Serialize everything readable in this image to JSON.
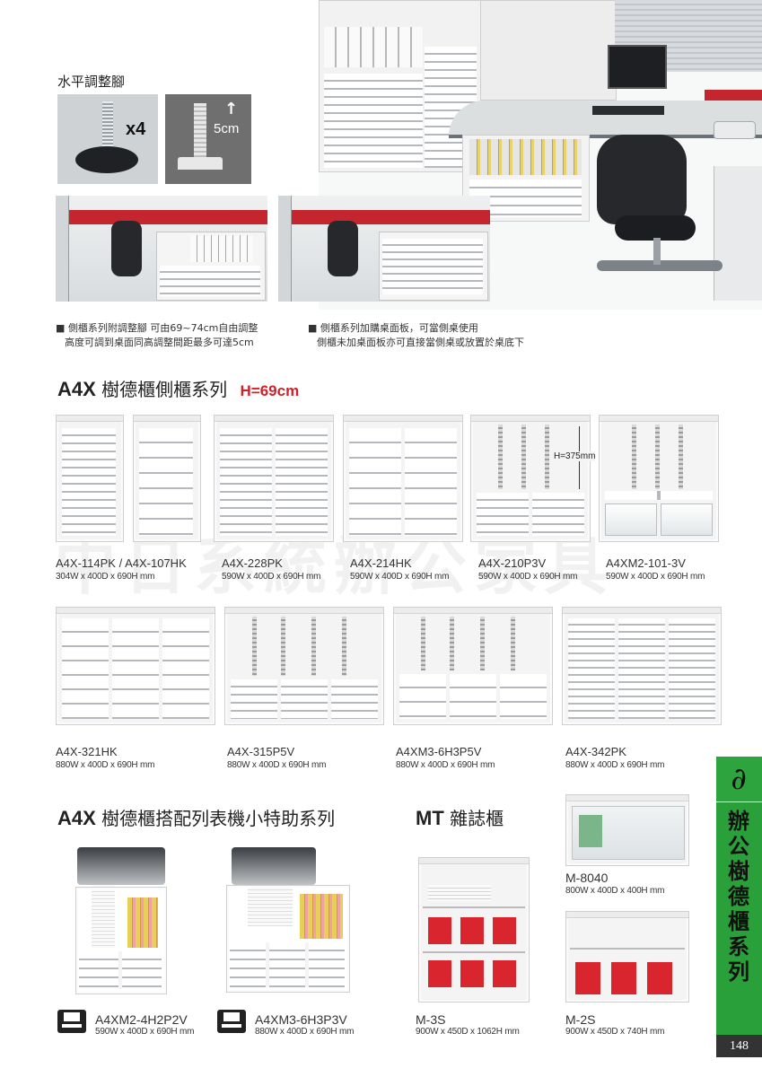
{
  "leveling": {
    "title": "水平調整腳",
    "count": "x4",
    "height": "5cm"
  },
  "notes": {
    "left_line1": "■ 側櫃系列附調整腳  可由69~74cm自由調整",
    "left_line2": "高度可調到桌面同高調整間距最多可達5cm",
    "right_line1": "■ 側櫃系列加購桌面板，可當側桌使用",
    "right_line2": "側櫃未加桌面板亦可直接當側桌或放置於桌底下"
  },
  "section1": {
    "prefix": "A4X",
    "title": "樹德櫃側櫃系列",
    "height": "H=69cm"
  },
  "watermark": "中日系統辦公家具",
  "dimension_label": "H=375mm",
  "row1": [
    {
      "model": "A4X-114PK / A4X-107HK",
      "dims": "304W x 400D x 690H mm"
    },
    {
      "model": "A4X-228PK",
      "dims": "590W x 400D x 690H mm"
    },
    {
      "model": "A4X-214HK",
      "dims": "590W x 400D x 690H mm"
    },
    {
      "model": "A4X-210P3V",
      "dims": "590W x 400D x 690H mm"
    },
    {
      "model": "A4XM2-101-3V",
      "dims": "590W x 400D x 690H mm"
    }
  ],
  "row2": [
    {
      "model": "A4X-321HK",
      "dims": "880W x 400D x 690H mm"
    },
    {
      "model": "A4X-315P5V",
      "dims": "880W x 400D x 690H mm"
    },
    {
      "model": "A4XM3-6H3P5V",
      "dims": "880W x 400D x 690H mm"
    },
    {
      "model": "A4X-342PK",
      "dims": "880W x 400D x 690H mm"
    }
  ],
  "section2": {
    "prefix": "A4X",
    "title": "樹德櫃搭配列表機小特助系列"
  },
  "section3": {
    "prefix": "MT",
    "title": "雜誌櫃"
  },
  "printers": [
    {
      "model": "A4XM2-4H2P2V",
      "dims": "590W x 400D x 690H mm"
    },
    {
      "model": "A4XM3-6H3P3V",
      "dims": "880W x 400D x 690H mm"
    }
  ],
  "magazine": [
    {
      "model": "M-8040",
      "dims": "800W x 400D x 400H mm"
    },
    {
      "model": "M-3S",
      "dims": "900W x 450D x 1062H mm"
    },
    {
      "model": "M-2S",
      "dims": "900W x 450D x 740H mm"
    }
  ],
  "side_tab": {
    "title": "辦公樹德櫃系列"
  },
  "page_number": "148"
}
